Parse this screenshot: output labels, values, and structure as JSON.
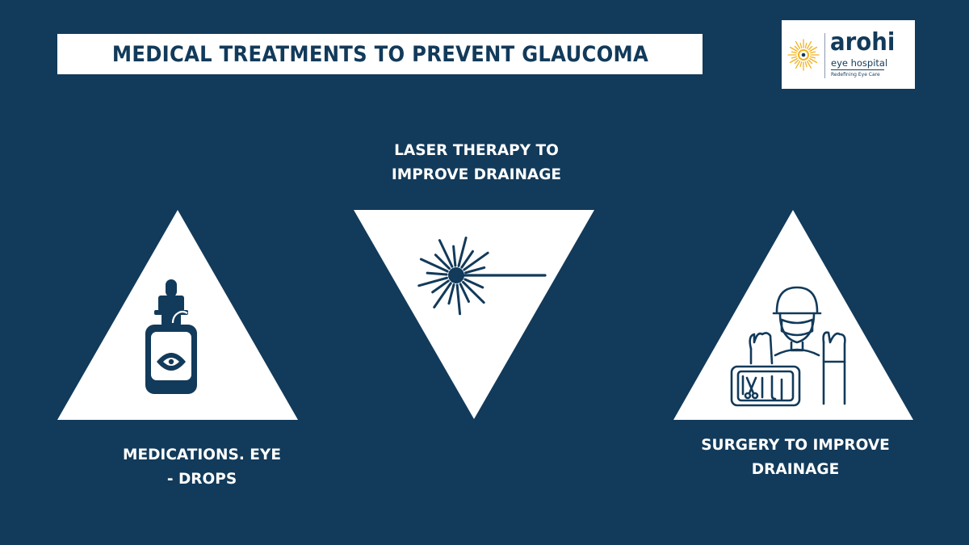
{
  "title": "MEDICAL TREATMENTS TO PREVENT GLAUCOMA",
  "logo": {
    "name": "arohi",
    "subtitle": "eye hospital",
    "tagline": "Redefining Eye Care",
    "icon": "sun-eye-icon"
  },
  "treatments": [
    {
      "id": "medications",
      "icon": "eye-drops-bottle-icon",
      "lines": [
        "MEDICATIONS. EYE",
        "- DROPS"
      ]
    },
    {
      "id": "laser",
      "icon": "laser-burst-icon",
      "lines": [
        "LASER THERAPY TO",
        "IMPROVE DRAINAGE"
      ]
    },
    {
      "id": "surgery",
      "icon": "surgeon-icon",
      "lines": [
        "SURGERY TO IMPROVE",
        "DRAINAGE"
      ]
    }
  ],
  "colors": {
    "background": "#123a5a",
    "panel": "#ffffff",
    "text_light": "#ffffff",
    "text_dark": "#123a5a",
    "logo_accent": "#f2b21c"
  }
}
